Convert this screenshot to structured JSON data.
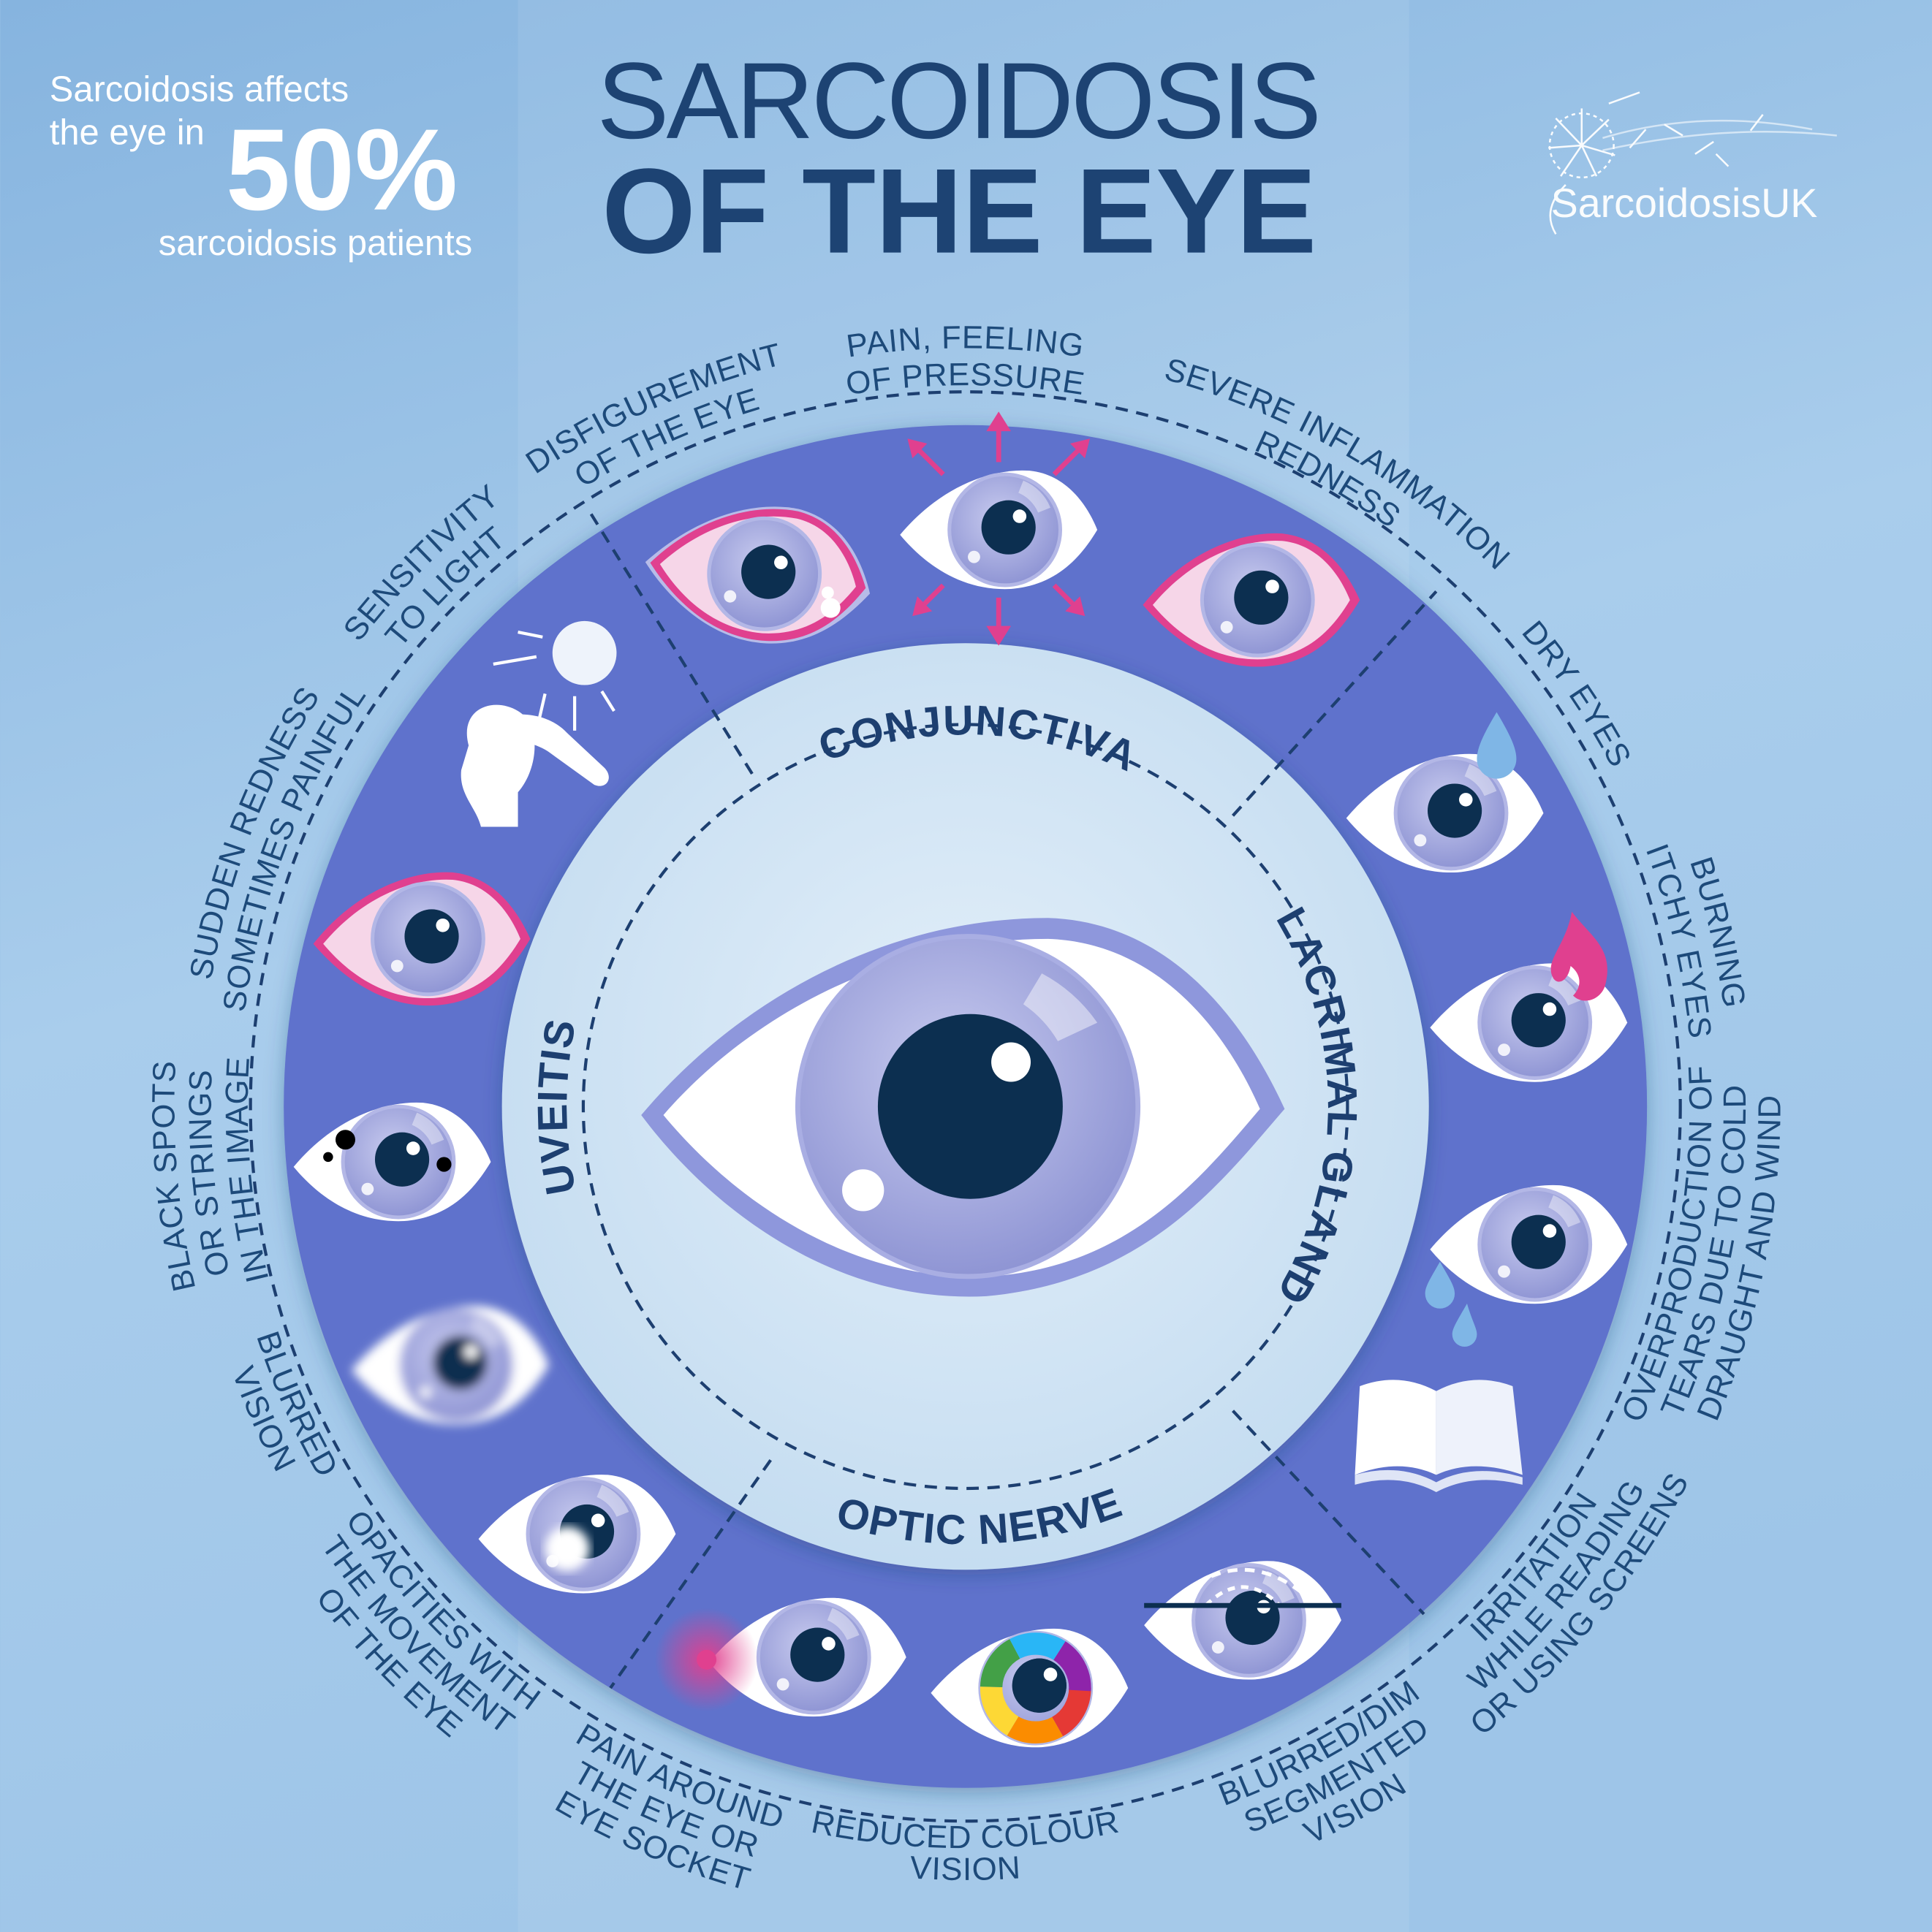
{
  "stat": {
    "line1": "Sarcoidosis affects",
    "line2": "the eye in",
    "percent": "50%",
    "line3": "sarcoidosis patients"
  },
  "title": {
    "line1": "SARCOIDOSIS",
    "line2": "OF THE EYE"
  },
  "logo": {
    "text": "SarcoidosisUK"
  },
  "regions": {
    "conjunctiva": "CONJUNCTIVA",
    "lacrimal": "LACRIMAL GLAND",
    "optic": "OPTIC NERVE",
    "uveitis": "UVEITIS"
  },
  "symptoms": [
    {
      "lines": [
        "PAIN, FEELING",
        "OF PRESSURE"
      ]
    },
    {
      "lines": [
        "SEVERE INFLAMMATION",
        "REDNESS"
      ]
    },
    {
      "lines": [
        "DRY EYES"
      ]
    },
    {
      "lines": [
        "BURNING",
        "ITCHY  EYES"
      ]
    },
    {
      "lines": [
        "OVERPRODUCTION OF",
        "TEARS DUE TO COLD",
        "DRAUGHT AND WIND"
      ]
    },
    {
      "lines": [
        "IRRITATION",
        "WHILE READING",
        "OR USING SCREENS"
      ]
    },
    {
      "lines": [
        "BLURRED/DIM",
        "SEGMENTED",
        "VISION"
      ]
    },
    {
      "lines": [
        "REDUCED COLOUR",
        "VISION"
      ]
    },
    {
      "lines": [
        "PAIN AROUND",
        "THE EYE OR",
        "EYE SOCKET"
      ]
    },
    {
      "lines": [
        "OPACITIES WITH",
        "THE MOVEMENT",
        "OF THE EYE"
      ]
    },
    {
      "lines": [
        "BLURRED",
        "VISION"
      ]
    },
    {
      "lines": [
        "BLACK SPOTS",
        "OR STRINGS",
        "IN THE IMAGE"
      ]
    },
    {
      "lines": [
        "SUDDEN REDNESS",
        "SOMETIMES PAINFUL"
      ]
    },
    {
      "lines": [
        "SENSITIVITY",
        "TO LIGHT"
      ]
    },
    {
      "lines": [
        "DISFIGUREMENT",
        "OF THE EYE"
      ]
    }
  ],
  "colors": {
    "ring": "#5f72cc",
    "title": "#1d4373",
    "text": "#1d4a7a",
    "accent_pink": "#e0408f",
    "iris": "#a7acde",
    "pupil": "#0c2f50"
  }
}
